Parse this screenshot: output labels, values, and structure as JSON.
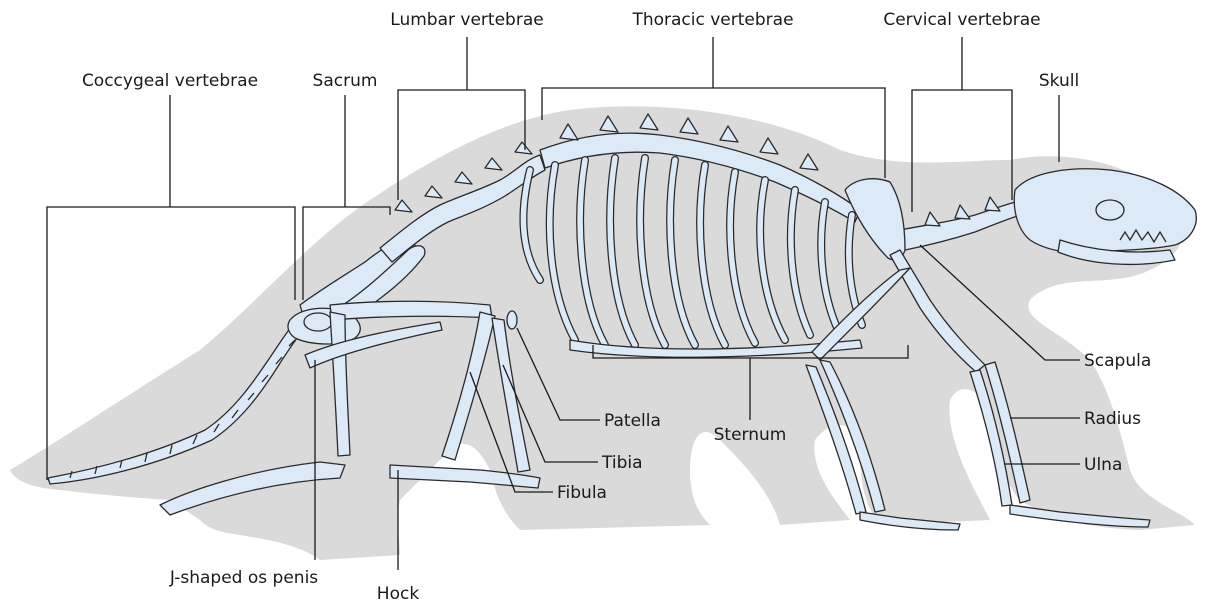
{
  "labels": {
    "lumbar_vertebrae": "Lumbar vertebrae",
    "thoracic_vertebrae": "Thoracic vertebrae",
    "cervical_vertebrae": "Cervical vertebrae",
    "coccygeal_vertebrae": "Coccygeal vertebrae",
    "sacrum": "Sacrum",
    "skull": "Skull",
    "scapula": "Scapula",
    "radius": "Radius",
    "ulna": "Ulna",
    "sternum": "Sternum",
    "patella": "Patella",
    "tibia": "Tibia",
    "fibula": "Fibula",
    "os_penis": "J-shaped os penis",
    "hock": "Hock"
  },
  "colors": {
    "fur_silhouette": "#dadada",
    "bone_fill": "#dce9f6",
    "outline": "#2a2a2a"
  }
}
